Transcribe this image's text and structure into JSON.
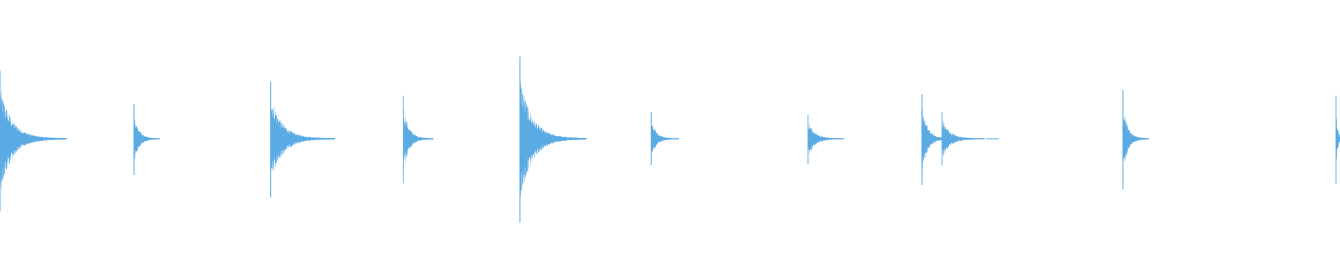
{
  "chart_data": {
    "type": "waveform",
    "title": "",
    "xlabel": "",
    "ylabel": "",
    "grid": false,
    "legend": "none",
    "color": "#5aaae4",
    "x_range": [
      0,
      1
    ],
    "amplitude_range": [
      -1,
      1
    ],
    "bursts": [
      {
        "onset": 0.0,
        "peak_up": 0.49,
        "peak_down": 0.52,
        "decay": 0.031
      },
      {
        "onset": 0.1,
        "peak_up": 0.25,
        "peak_down": 0.26,
        "decay": 0.012
      },
      {
        "onset": 0.202,
        "peak_up": 0.41,
        "peak_down": 0.42,
        "decay": 0.03
      },
      {
        "onset": 0.301,
        "peak_up": 0.31,
        "peak_down": 0.32,
        "decay": 0.014
      },
      {
        "onset": 0.388,
        "peak_up": 0.59,
        "peak_down": 0.6,
        "decay": 0.031
      },
      {
        "onset": 0.486,
        "peak_up": 0.19,
        "peak_down": 0.19,
        "decay": 0.013
      },
      {
        "onset": 0.603,
        "peak_up": 0.17,
        "peak_down": 0.18,
        "decay": 0.017
      },
      {
        "onset": 0.688,
        "peak_up": 0.32,
        "peak_down": 0.33,
        "decay": 0.014
      },
      {
        "onset": 0.703,
        "peak_up": 0.19,
        "peak_down": 0.19,
        "decay": 0.02
      },
      {
        "onset": 0.736,
        "peak_up": 0.0,
        "peak_down": 0.0,
        "decay": 0.006
      },
      {
        "onset": 0.838,
        "peak_up": 0.35,
        "peak_down": 0.36,
        "decay": 0.012
      },
      {
        "onset": 0.997,
        "peak_up": 0.31,
        "peak_down": 0.32,
        "decay": 0.004
      }
    ]
  }
}
